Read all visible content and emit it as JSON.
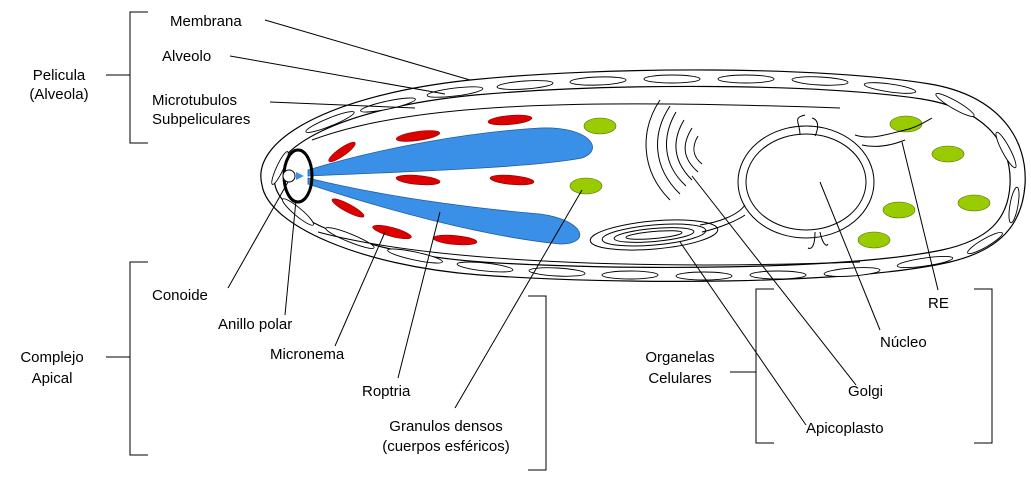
{
  "labels": {
    "membrana": "Membrana",
    "alveolo": "Alveolo",
    "microtubulos_1": "Microtubulos",
    "microtubulos_2": "Subpeliculares",
    "pelicula_1": "Pelicula",
    "pelicula_2": "(Alveola)",
    "conoide": "Conoide",
    "anillo_polar": "Anillo polar",
    "micronema": "Micronema",
    "roptria": "Roptria",
    "granulos_1": "Granulos densos",
    "granulos_2": "(cuerpos esféricos)",
    "complejo_1": "Complejo",
    "complejo_2": "Apical",
    "organelas_1": "Organelas",
    "organelas_2": "Celulares",
    "re": "RE",
    "nucleo": "Núcleo",
    "golgi": "Golgi",
    "apicoplasto": "Apicoplasto"
  },
  "colors": {
    "micronemes": "#dd0000",
    "rhoptries": "#3a8fe6",
    "dense_granules": "#99cc00",
    "outline": "#000000",
    "background": "#ffffff"
  }
}
